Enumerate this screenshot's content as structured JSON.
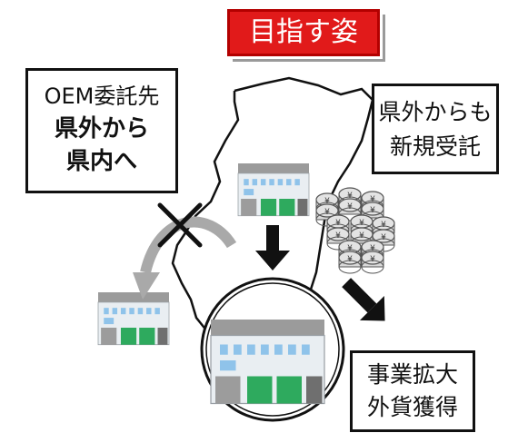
{
  "title": {
    "label": "目指す姿"
  },
  "oem_box": {
    "line1": "OEM委託先",
    "line2": "県外から",
    "line3": "県内へ"
  },
  "external_box": {
    "line1": "県外からも",
    "line2": "新規受託"
  },
  "result_box": {
    "line1": "事業拡大",
    "line2": "外貨獲得"
  },
  "colors": {
    "title_red": "#e11a1a",
    "building_green": "#2eaa5e",
    "building_blue": "#8fc3ea",
    "gray_arrow": "#a9a9a9"
  },
  "icons": [
    "factory-building-icon",
    "coin-stack-icon",
    "down-arrow-icon",
    "cross-mark-icon",
    "curved-arrow-icon",
    "map-outline"
  ]
}
